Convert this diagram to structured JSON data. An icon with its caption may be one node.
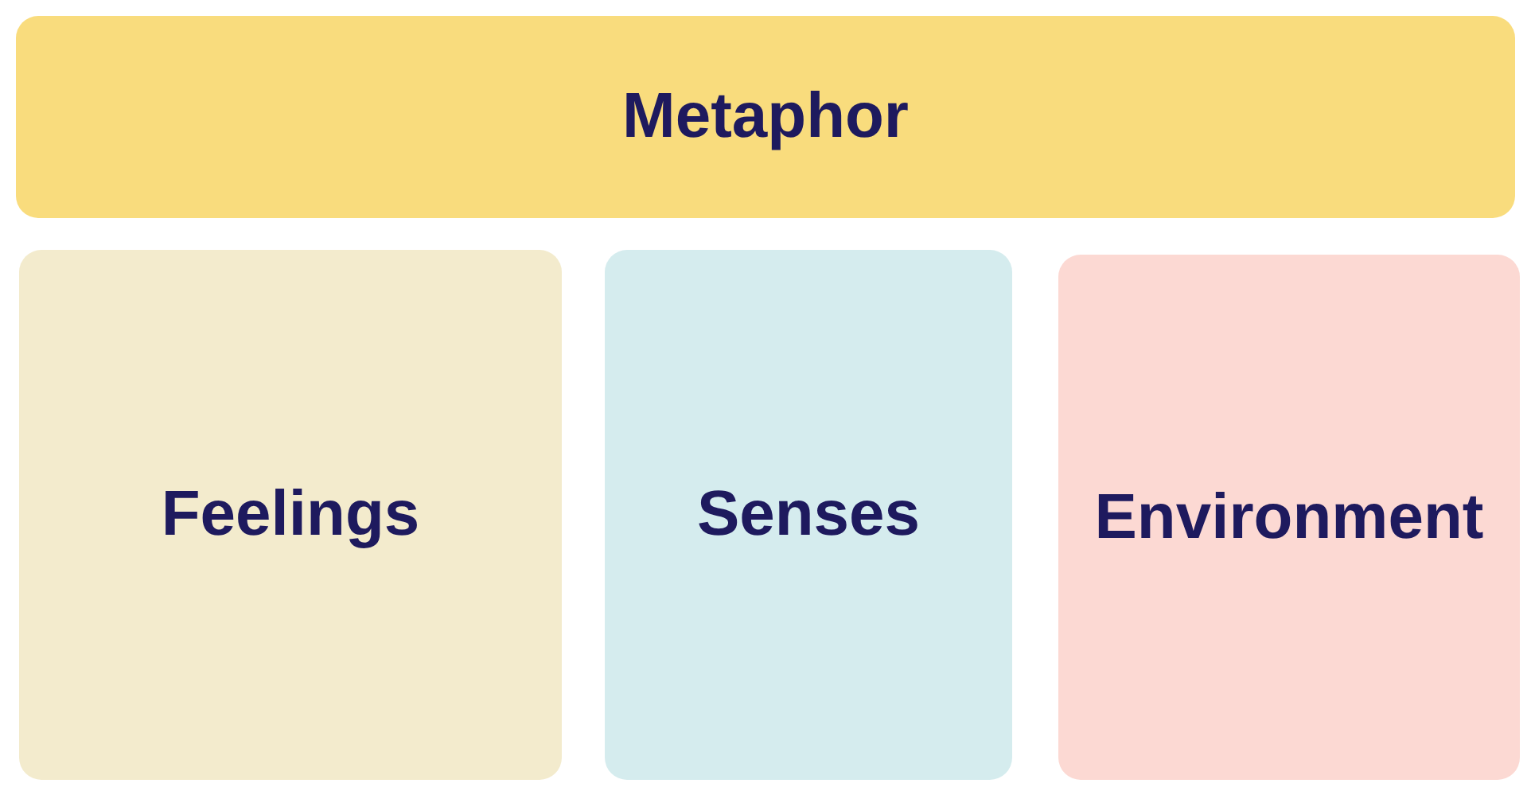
{
  "diagram": {
    "nodes": [
      {
        "text": [
          "Metaphor"
        ]
      },
      {
        "text": [
          "Feelings"
        ]
      },
      {
        "text": [
          "Senses"
        ]
      },
      {
        "text": [
          "Environment"
        ]
      }
    ]
  }
}
